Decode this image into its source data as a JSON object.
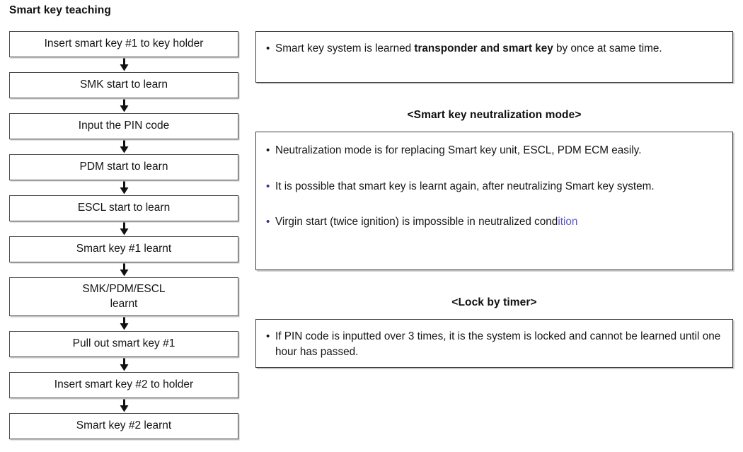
{
  "page_title": "Smart key teaching",
  "colors": {
    "box_border": "#4a4a4a",
    "text": "#141414",
    "blue_bullet": "#2f2f8f",
    "accent_text": "#5a58c8"
  },
  "flow": {
    "steps": [
      {
        "label": "Insert smart key #1 to key holder",
        "lines": 1
      },
      {
        "label": "SMK start to learn",
        "lines": 1
      },
      {
        "label": "Input the PIN code",
        "lines": 1
      },
      {
        "label": "PDM start to learn",
        "lines": 1
      },
      {
        "label": "ESCL start to learn",
        "lines": 1
      },
      {
        "label": "Smart key #1 learnt",
        "lines": 1
      },
      {
        "label_line1": "SMK/PDM/ESCL",
        "label_line2": "learnt",
        "lines": 2
      },
      {
        "label": "Pull out smart key #1",
        "lines": 1
      },
      {
        "label": "Insert smart key #2 to holder",
        "lines": 1
      },
      {
        "label": "Smart key #2 learnt",
        "lines": 1
      }
    ],
    "arrow_glyph": "down-arrow"
  },
  "notes": {
    "box1": {
      "bullet_glyph": "•",
      "text_before_bold": "Smart key system is learned ",
      "bold_text": "transponder and smart key",
      "text_after_bold": " by once at same  time."
    },
    "heading_neutralization": "<Smart key neutralization mode>",
    "box2": {
      "bullets": [
        {
          "glyph": "•",
          "color": "black",
          "text": "Neutralization mode is for replacing Smart key unit, ESCL, PDM ECM easily."
        },
        {
          "glyph": "•",
          "color": "blue",
          "text": "It is possible that smart key is learnt again, after neutralizing Smart key system."
        },
        {
          "glyph": "•",
          "color": "blue",
          "text_main": "Virgin start (twice ignition) is impossible in neutralized cond",
          "text_accent": "ition"
        }
      ]
    },
    "heading_lock": "<Lock by timer>",
    "box3": {
      "bullet_glyph": "•",
      "text": "If PIN code is inputted over 3 times, it is the system is locked and cannot be learned until one hour has passed."
    }
  }
}
